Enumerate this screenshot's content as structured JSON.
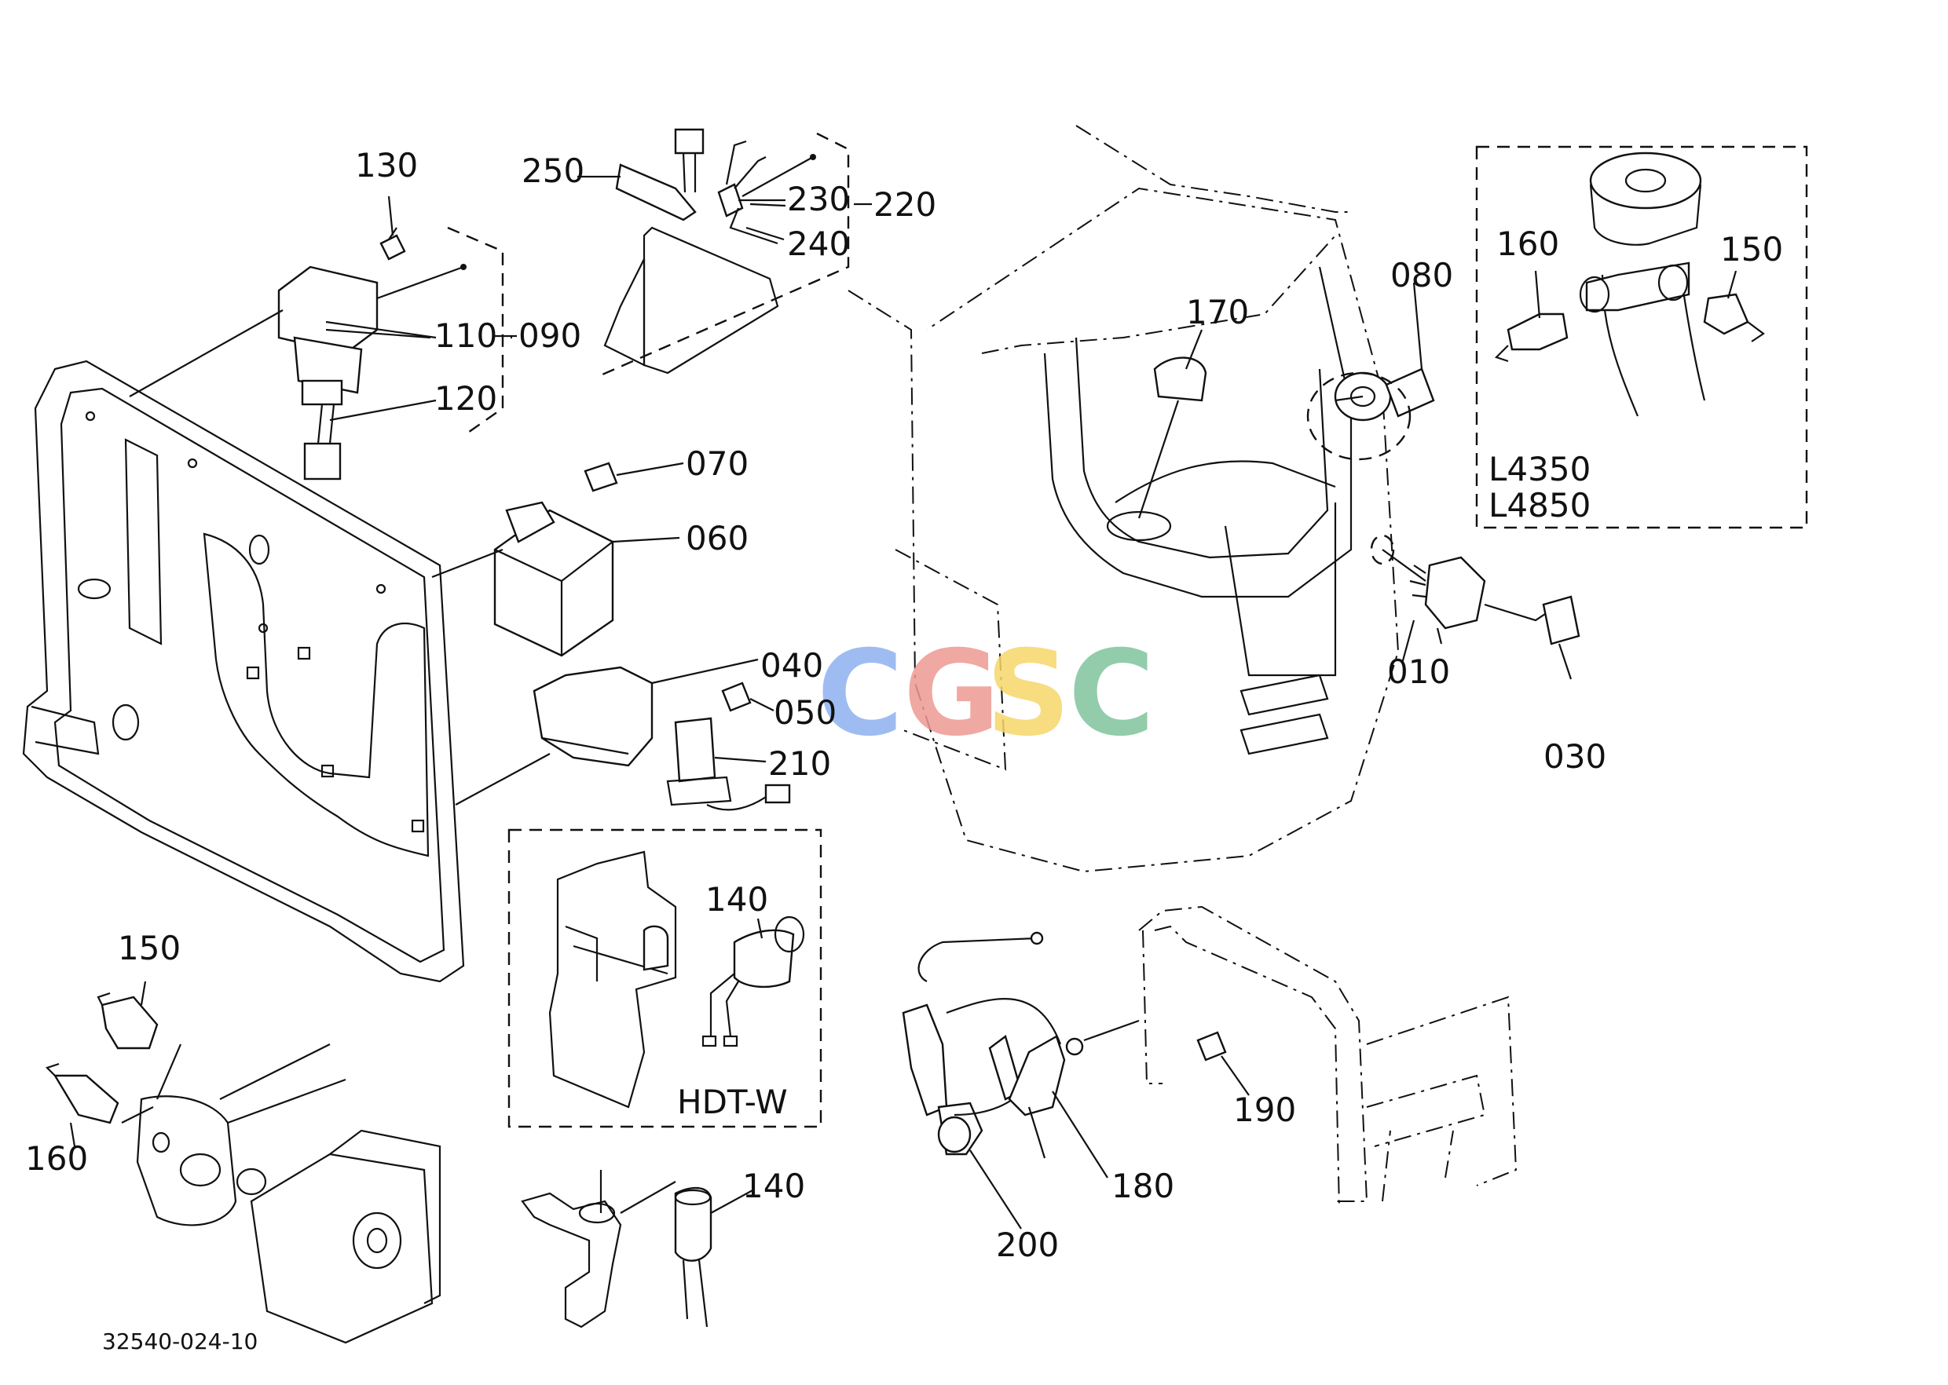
{
  "diagram": {
    "callouts": {
      "c130": "130",
      "c250": "250",
      "c230": "230",
      "c220": "220",
      "c240": "240",
      "c110": "110",
      "c090": "090",
      "c120": "120",
      "c070": "070",
      "c060": "060",
      "c040": "040",
      "c050": "050",
      "c210": "210",
      "c170": "170",
      "c080": "080",
      "c010": "010",
      "c030": "030",
      "c160a": "160",
      "c150a": "150",
      "c140a": "140",
      "c150b": "150",
      "c160b": "160",
      "c140b": "140",
      "c180": "180",
      "c190": "190",
      "c200": "200"
    },
    "boxes": {
      "model_a": "L4350",
      "model_b": "L4850",
      "hdt": "HDT-W"
    },
    "part_number": "32540-024-10",
    "watermark": {
      "letters": [
        "C",
        "G",
        "S",
        "C"
      ],
      "colors": [
        "#8fb1f0",
        "#ee9a94",
        "#f6d66b",
        "#7fc49d"
      ]
    }
  }
}
